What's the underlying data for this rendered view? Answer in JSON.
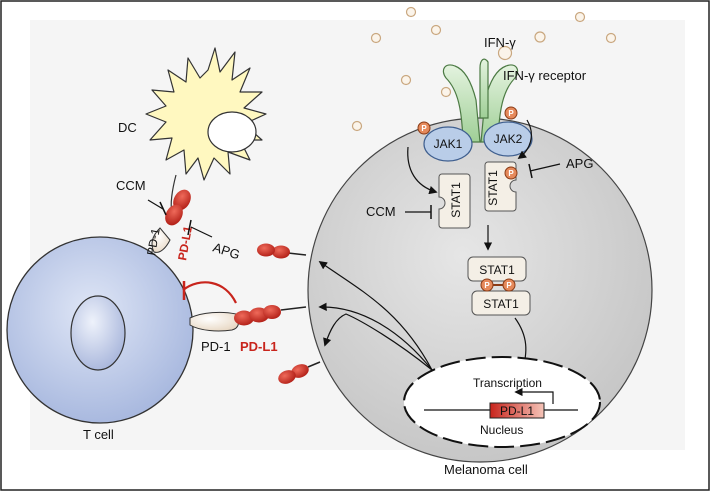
{
  "figure": {
    "labels": {
      "ifn_gamma": "IFN-γ",
      "ifn_gamma_receptor": "IFN-γ receptor",
      "dc": "DC",
      "ccm_top": "CCM",
      "apg_top": "APG",
      "pd1_top": "PD-1",
      "pdl1_top": "PD-L1",
      "jak1": "JAK1",
      "jak2": "JAK2",
      "stat1_left": "STAT1",
      "stat1_right": "STAT1",
      "ccm_mid": "CCM",
      "apg_right": "APG",
      "stat1_dimer_top": "STAT1",
      "stat1_dimer_bottom": "STAT1",
      "pd1_bottom": "PD-1",
      "pdl1_bottom": "PD-L1",
      "transcription": "Transcription",
      "pdl1_gene": "PD-L1",
      "nucleus": "Nucleus",
      "t_cell": "T cell",
      "melanoma_cell": "Melanoma cell",
      "phospho": "P"
    },
    "colors": {
      "pdl1": "#c8241c",
      "melanoma_fill": "#d6d6d6",
      "tcell_fill": "#b9c6e6",
      "dc_fill": "#fff8c0",
      "jak_fill": "#b9cde8",
      "stat_fill": "#f4efe6",
      "receptor_fill": "#cfe8c8",
      "phospho_fill": "#e5895b"
    }
  }
}
